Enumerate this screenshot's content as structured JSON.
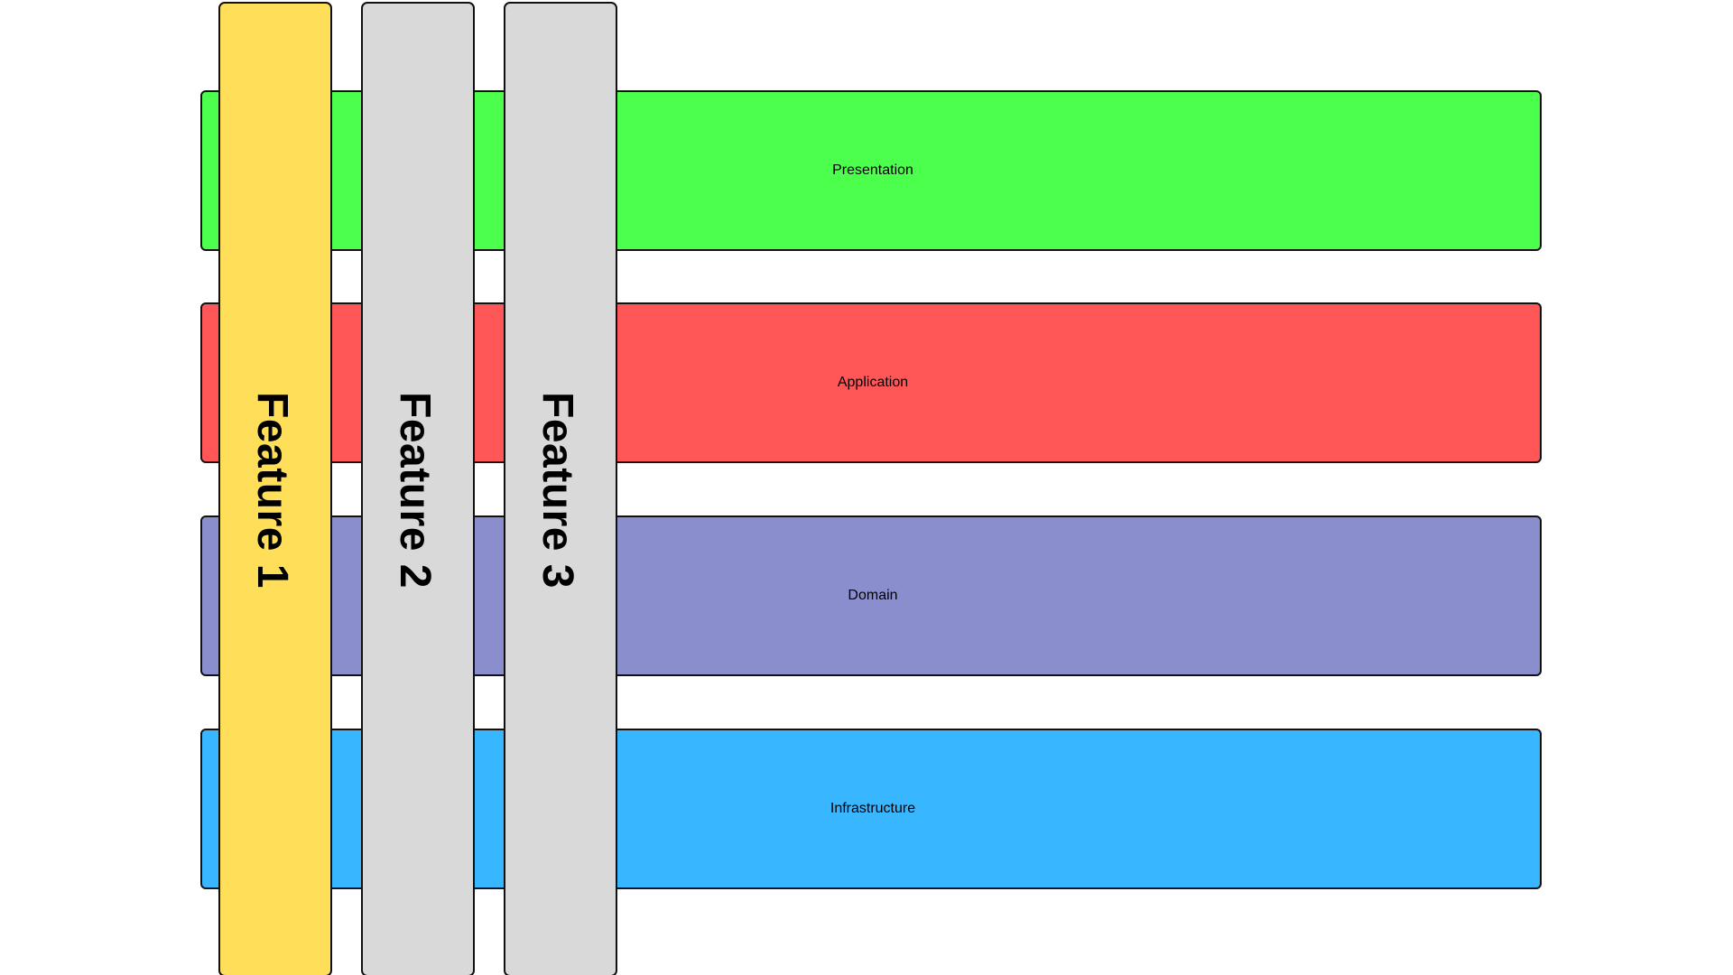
{
  "layers": [
    {
      "label": "Presentation",
      "color": "#4dff4d"
    },
    {
      "label": "Application",
      "color": "#ff5757"
    },
    {
      "label": "Domain",
      "color": "#8a8ecd"
    },
    {
      "label": "Infrastructure",
      "color": "#38b6ff"
    }
  ],
  "features": [
    {
      "label": "Feature 1",
      "color": "#ffde59"
    },
    {
      "label": "Feature 2",
      "color": "#d9d9d9"
    },
    {
      "label": "Feature 3",
      "color": "#d9d9d9"
    }
  ]
}
